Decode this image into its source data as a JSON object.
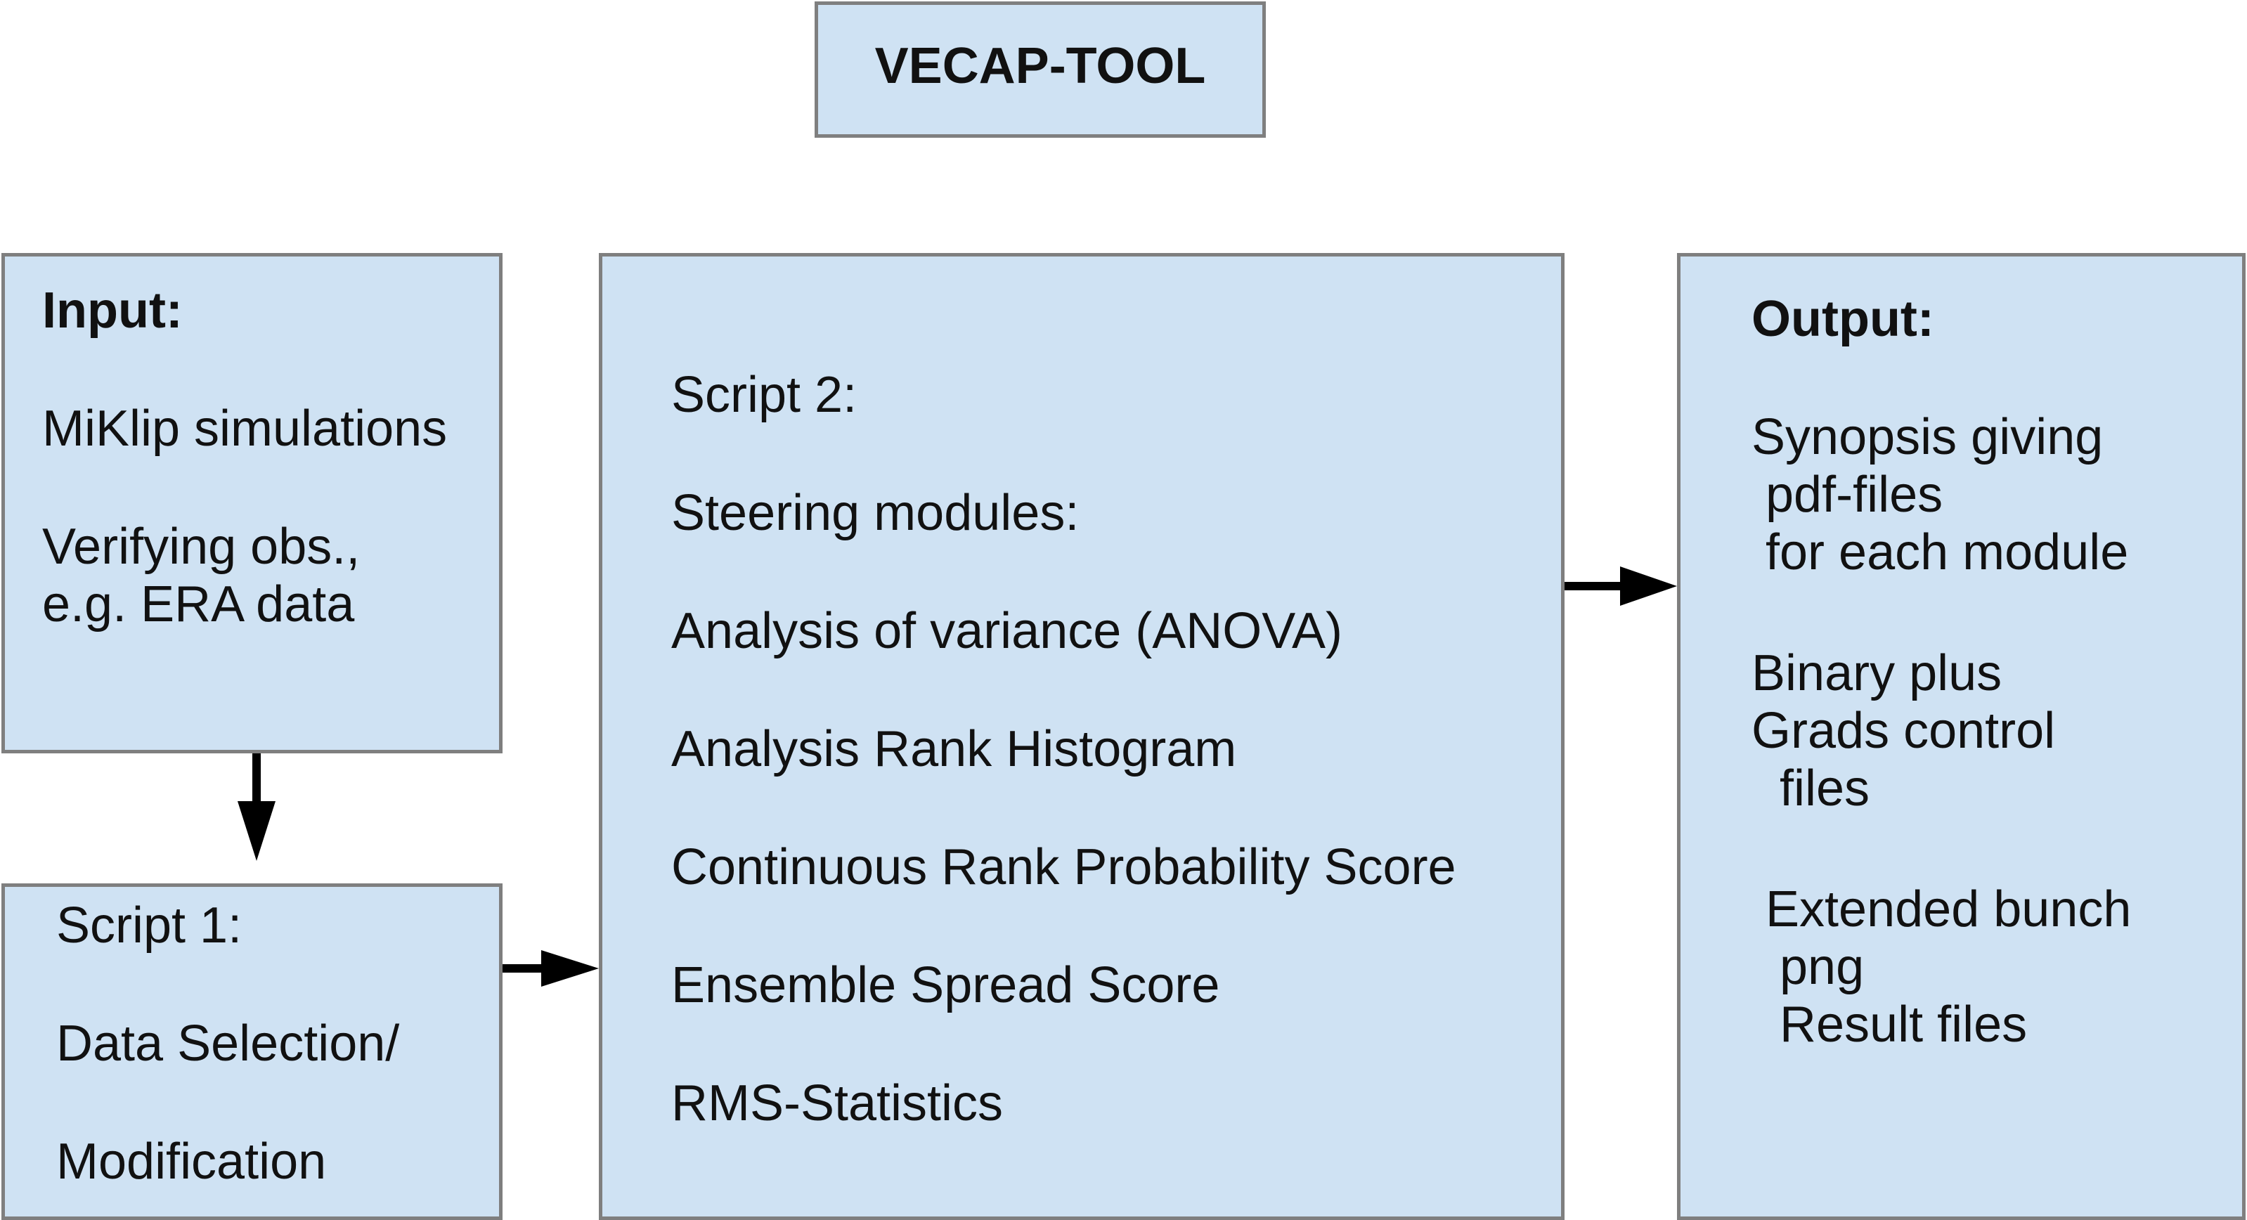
{
  "title": "VECAP-TOOL",
  "input_box": {
    "heading": "Input:",
    "item1": "MiKlip simulations",
    "item2_line1": "Verifying obs.,",
    "item2_line2": "e.g. ERA data"
  },
  "script1_box": {
    "heading": "Script 1:",
    "line1": "Data Selection/",
    "line2": "Modification"
  },
  "script2_box": {
    "heading": "Script 2:",
    "subheading": "Steering modules:",
    "modules": [
      "Analysis of variance (ANOVA)",
      "Analysis Rank Histogram",
      "Continuous Rank Probability Score",
      "Ensemble Spread Score",
      "RMS-Statistics"
    ]
  },
  "output_box": {
    "heading": "Output:",
    "group1": [
      "Synopsis giving",
      " pdf-files",
      " for each module"
    ],
    "group2": [
      "Binary plus",
      "Grads control",
      "  files"
    ],
    "group3": [
      " Extended bunch",
      "  png",
      "  Result files"
    ]
  }
}
